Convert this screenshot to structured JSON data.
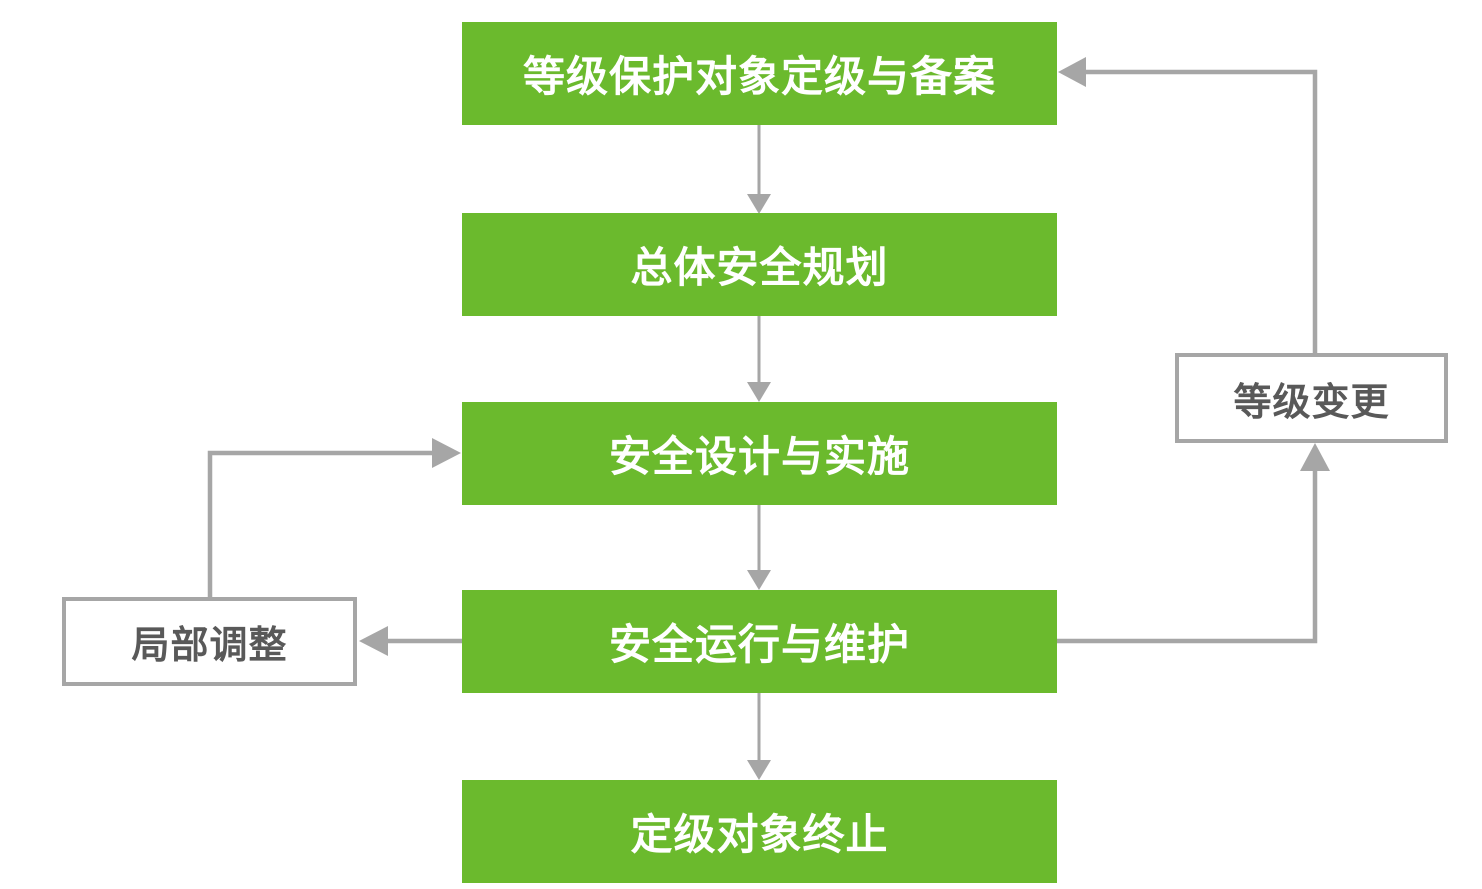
{
  "colors": {
    "node_fill": "#6BBA2D",
    "node_text": "#FFFFFF",
    "connector": "#A6A6A6",
    "side_text": "#595959",
    "background": "#FFFFFF"
  },
  "flowchart": {
    "step_grading": {
      "label": "等级保护对象定级与备案"
    },
    "step_planning": {
      "label": "总体安全规划"
    },
    "step_design": {
      "label": "安全设计与实施"
    },
    "step_operation": {
      "label": "安全运行与维护"
    },
    "step_termination": {
      "label": "定级对象终止"
    },
    "side_level_change": {
      "label": "等级变更"
    },
    "side_partial_adjustment": {
      "label": "局部调整"
    }
  }
}
